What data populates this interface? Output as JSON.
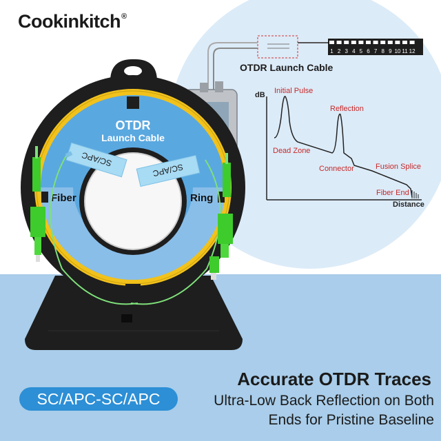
{
  "brand": {
    "name": "Cookinkitch",
    "registered_mark": "®"
  },
  "reel": {
    "title": "OTDR",
    "subtitle": "Launch Cable",
    "label_left": "Fiber",
    "label_right": "Ring",
    "tag_left": "SC/APC",
    "tag_right": "SC/APC"
  },
  "diagram": {
    "cable_label": "OTDR Launch Cable",
    "port_numbers": [
      "1",
      "2",
      "3",
      "4",
      "5",
      "6",
      "7",
      "8",
      "9",
      "10",
      "11",
      "12"
    ],
    "y_label": "dB",
    "x_label": "Distance",
    "events": {
      "initial_pulse": "Initial Pulse",
      "reflection": "Reflection",
      "dead_zone": "Dead Zone",
      "connector": "Connector",
      "fusion_splice": "Fusion Splice",
      "fiber_end": "Fiber End"
    }
  },
  "footer": {
    "headline": "Accurate OTDR Traces",
    "badge": "SC/APC-SC/APC",
    "line1": "Ultra-Low Back Reflection on Both",
    "line2": "Ends for Pristine Baseline"
  },
  "colors": {
    "band": "#a9cdea",
    "bubble": "#dcebf8",
    "reel_body": "#1c1c1c",
    "reel_face": "#5aa8e0",
    "fiber_yellow": "#f2c21b",
    "connector_green": "#3ecb2c",
    "badge": "#2d8fd6",
    "event_label": "#c62828"
  }
}
